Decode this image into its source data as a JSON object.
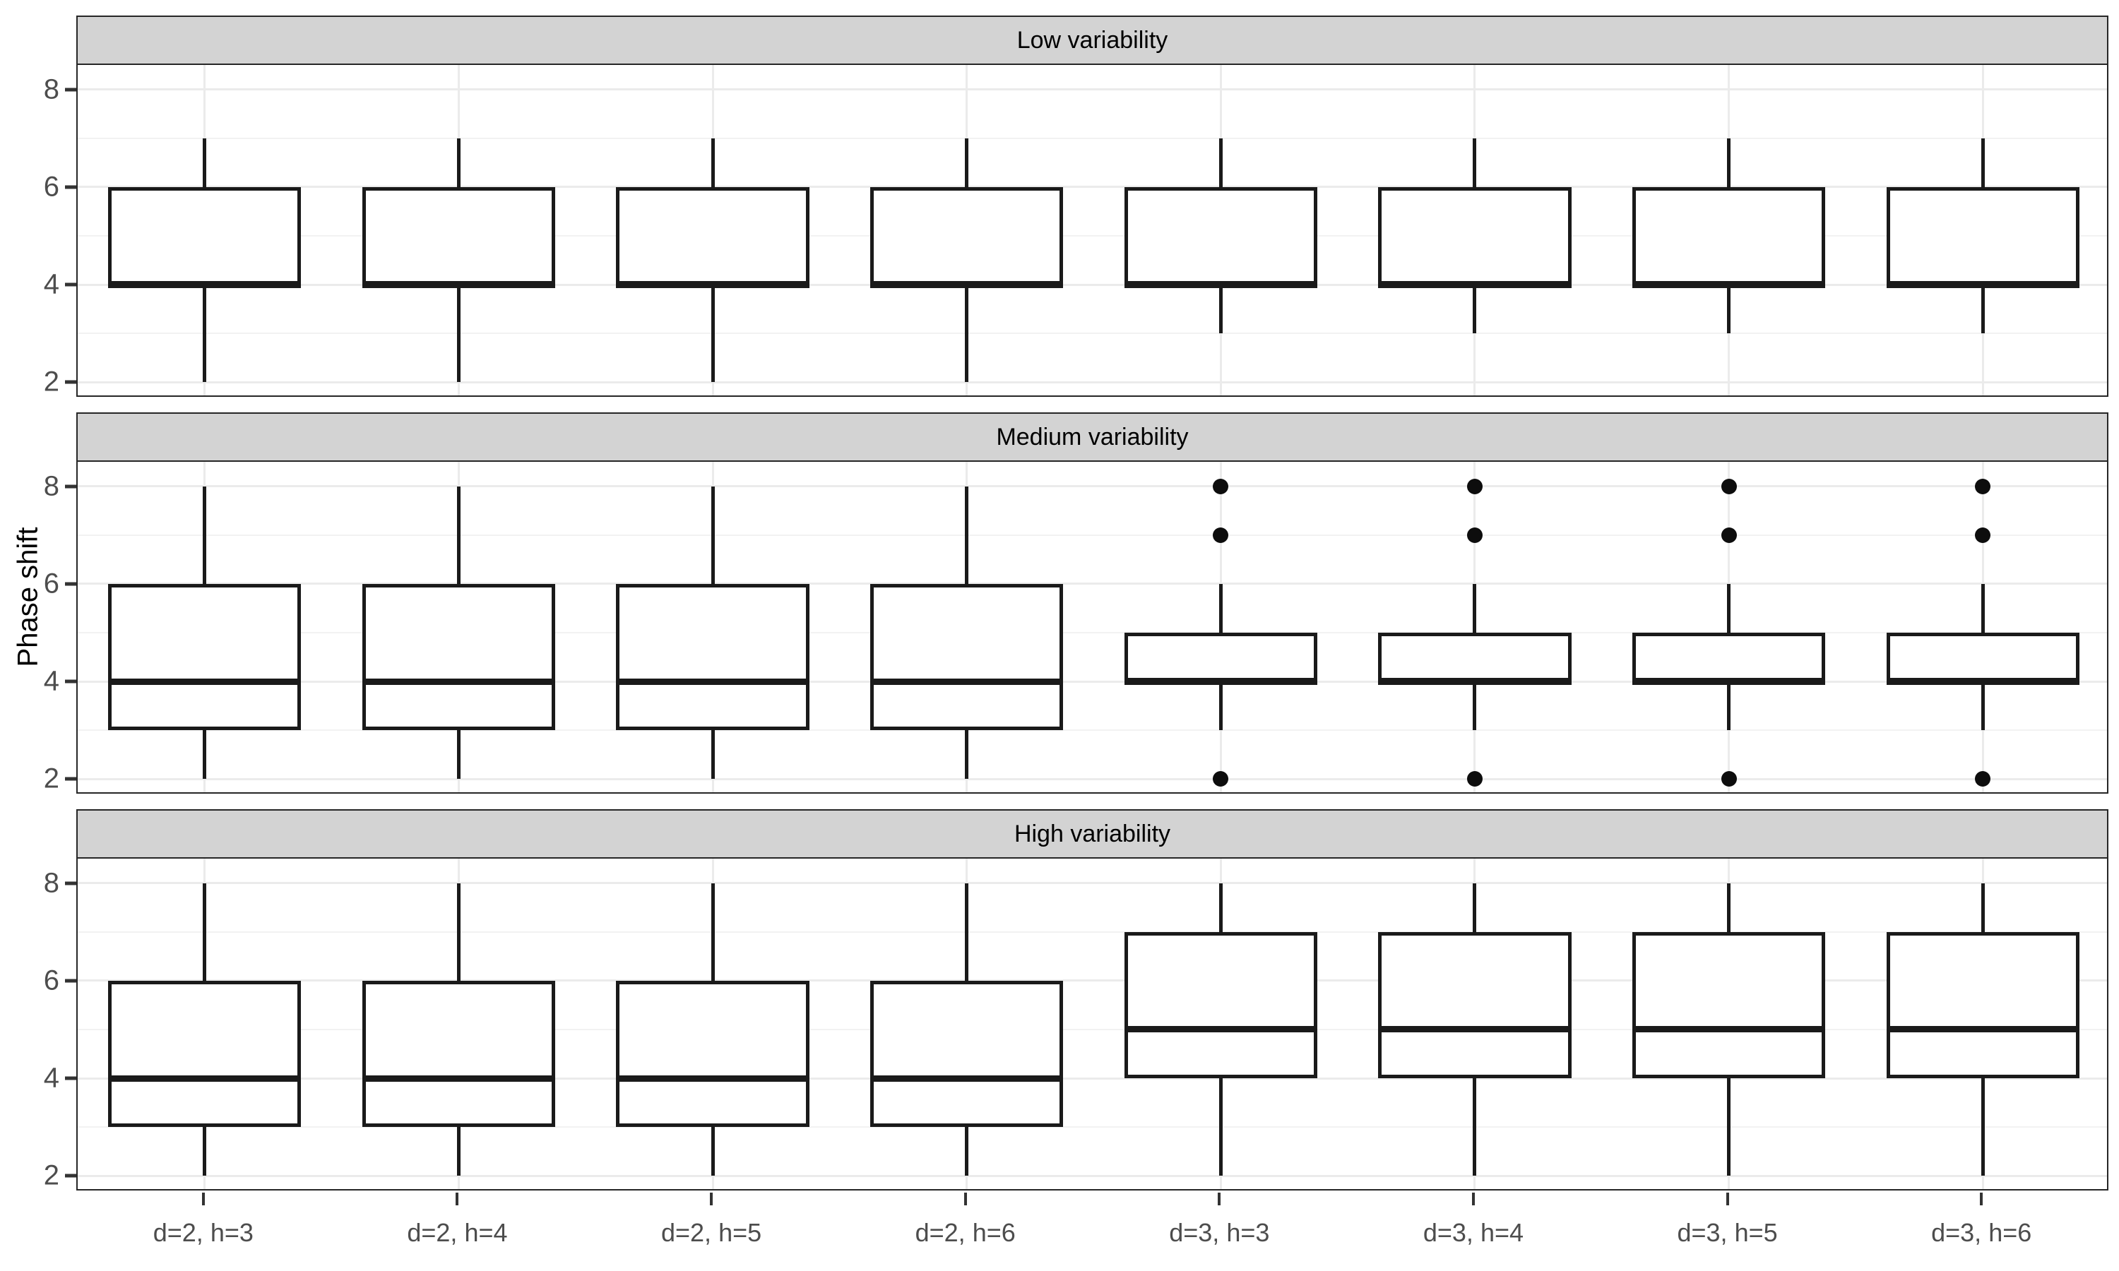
{
  "chart_data": {
    "type": "box",
    "title": "",
    "xlabel": "",
    "ylabel": "Phase shift",
    "ylim": [
      1.7,
      8.5
    ],
    "yticks": [
      2,
      4,
      6,
      8
    ],
    "yticklabels": [
      "2",
      "4",
      "6",
      "8"
    ],
    "minor_gridlines": [
      3,
      5,
      7
    ],
    "grid": true,
    "legend": null,
    "categories": [
      "d=2, h=3",
      "d=2, h=4",
      "d=2, h=5",
      "d=2, h=6",
      "d=3, h=3",
      "d=3, h=4",
      "d=3, h=5",
      "d=3, h=6"
    ],
    "facets": [
      {
        "label": "Low variability",
        "boxes": [
          {
            "category": "d=2, h=3",
            "lower_whisker": 2,
            "q1": 4,
            "median": 4,
            "q3": 6,
            "upper_whisker": 7,
            "outliers": []
          },
          {
            "category": "d=2, h=4",
            "lower_whisker": 2,
            "q1": 4,
            "median": 4,
            "q3": 6,
            "upper_whisker": 7,
            "outliers": []
          },
          {
            "category": "d=2, h=5",
            "lower_whisker": 2,
            "q1": 4,
            "median": 4,
            "q3": 6,
            "upper_whisker": 7,
            "outliers": []
          },
          {
            "category": "d=2, h=6",
            "lower_whisker": 2,
            "q1": 4,
            "median": 4,
            "q3": 6,
            "upper_whisker": 7,
            "outliers": []
          },
          {
            "category": "d=3, h=3",
            "lower_whisker": 3,
            "q1": 4,
            "median": 4,
            "q3": 6,
            "upper_whisker": 7,
            "outliers": []
          },
          {
            "category": "d=3, h=4",
            "lower_whisker": 3,
            "q1": 4,
            "median": 4,
            "q3": 6,
            "upper_whisker": 7,
            "outliers": []
          },
          {
            "category": "d=3, h=5",
            "lower_whisker": 3,
            "q1": 4,
            "median": 4,
            "q3": 6,
            "upper_whisker": 7,
            "outliers": []
          },
          {
            "category": "d=3, h=6",
            "lower_whisker": 3,
            "q1": 4,
            "median": 4,
            "q3": 6,
            "upper_whisker": 7,
            "outliers": []
          }
        ]
      },
      {
        "label": "Medium  variability",
        "boxes": [
          {
            "category": "d=2, h=3",
            "lower_whisker": 2,
            "q1": 3,
            "median": 4,
            "q3": 6,
            "upper_whisker": 8,
            "outliers": []
          },
          {
            "category": "d=2, h=4",
            "lower_whisker": 2,
            "q1": 3,
            "median": 4,
            "q3": 6,
            "upper_whisker": 8,
            "outliers": []
          },
          {
            "category": "d=2, h=5",
            "lower_whisker": 2,
            "q1": 3,
            "median": 4,
            "q3": 6,
            "upper_whisker": 8,
            "outliers": []
          },
          {
            "category": "d=2, h=6",
            "lower_whisker": 2,
            "q1": 3,
            "median": 4,
            "q3": 6,
            "upper_whisker": 8,
            "outliers": []
          },
          {
            "category": "d=3, h=3",
            "lower_whisker": 3,
            "q1": 4,
            "median": 4,
            "q3": 5,
            "upper_whisker": 6,
            "outliers": [
              2,
              7,
              8
            ]
          },
          {
            "category": "d=3, h=4",
            "lower_whisker": 3,
            "q1": 4,
            "median": 4,
            "q3": 5,
            "upper_whisker": 6,
            "outliers": [
              2,
              7,
              8
            ]
          },
          {
            "category": "d=3, h=5",
            "lower_whisker": 3,
            "q1": 4,
            "median": 4,
            "q3": 5,
            "upper_whisker": 6,
            "outliers": [
              2,
              7,
              8
            ]
          },
          {
            "category": "d=3, h=6",
            "lower_whisker": 3,
            "q1": 4,
            "median": 4,
            "q3": 5,
            "upper_whisker": 6,
            "outliers": [
              2,
              7,
              8
            ]
          }
        ]
      },
      {
        "label": "High variability",
        "boxes": [
          {
            "category": "d=2, h=3",
            "lower_whisker": 2,
            "q1": 3,
            "median": 4,
            "q3": 6,
            "upper_whisker": 8,
            "outliers": []
          },
          {
            "category": "d=2, h=4",
            "lower_whisker": 2,
            "q1": 3,
            "median": 4,
            "q3": 6,
            "upper_whisker": 8,
            "outliers": []
          },
          {
            "category": "d=2, h=5",
            "lower_whisker": 2,
            "q1": 3,
            "median": 4,
            "q3": 6,
            "upper_whisker": 8,
            "outliers": []
          },
          {
            "category": "d=2, h=6",
            "lower_whisker": 2,
            "q1": 3,
            "median": 4,
            "q3": 6,
            "upper_whisker": 8,
            "outliers": []
          },
          {
            "category": "d=3, h=3",
            "lower_whisker": 2,
            "q1": 4,
            "median": 5,
            "q3": 7,
            "upper_whisker": 8,
            "outliers": []
          },
          {
            "category": "d=3, h=4",
            "lower_whisker": 2,
            "q1": 4,
            "median": 5,
            "q3": 7,
            "upper_whisker": 8,
            "outliers": []
          },
          {
            "category": "d=3, h=5",
            "lower_whisker": 2,
            "q1": 4,
            "median": 5,
            "q3": 7,
            "upper_whisker": 8,
            "outliers": []
          },
          {
            "category": "d=3, h=6",
            "lower_whisker": 2,
            "q1": 4,
            "median": 5,
            "q3": 7,
            "upper_whisker": 8,
            "outliers": []
          }
        ]
      }
    ],
    "colors": {
      "strip_background": "#d3d3d3",
      "panel_background": "#ffffff",
      "panel_border": "#262626",
      "gridline_major": "#ebebeb",
      "gridline_minor": "#f2f2f2",
      "box_stroke": "#1a1a1a",
      "box_fill": "#ffffff",
      "outlier": "#0d0d0d",
      "axis_text": "#4d4d4d"
    }
  }
}
